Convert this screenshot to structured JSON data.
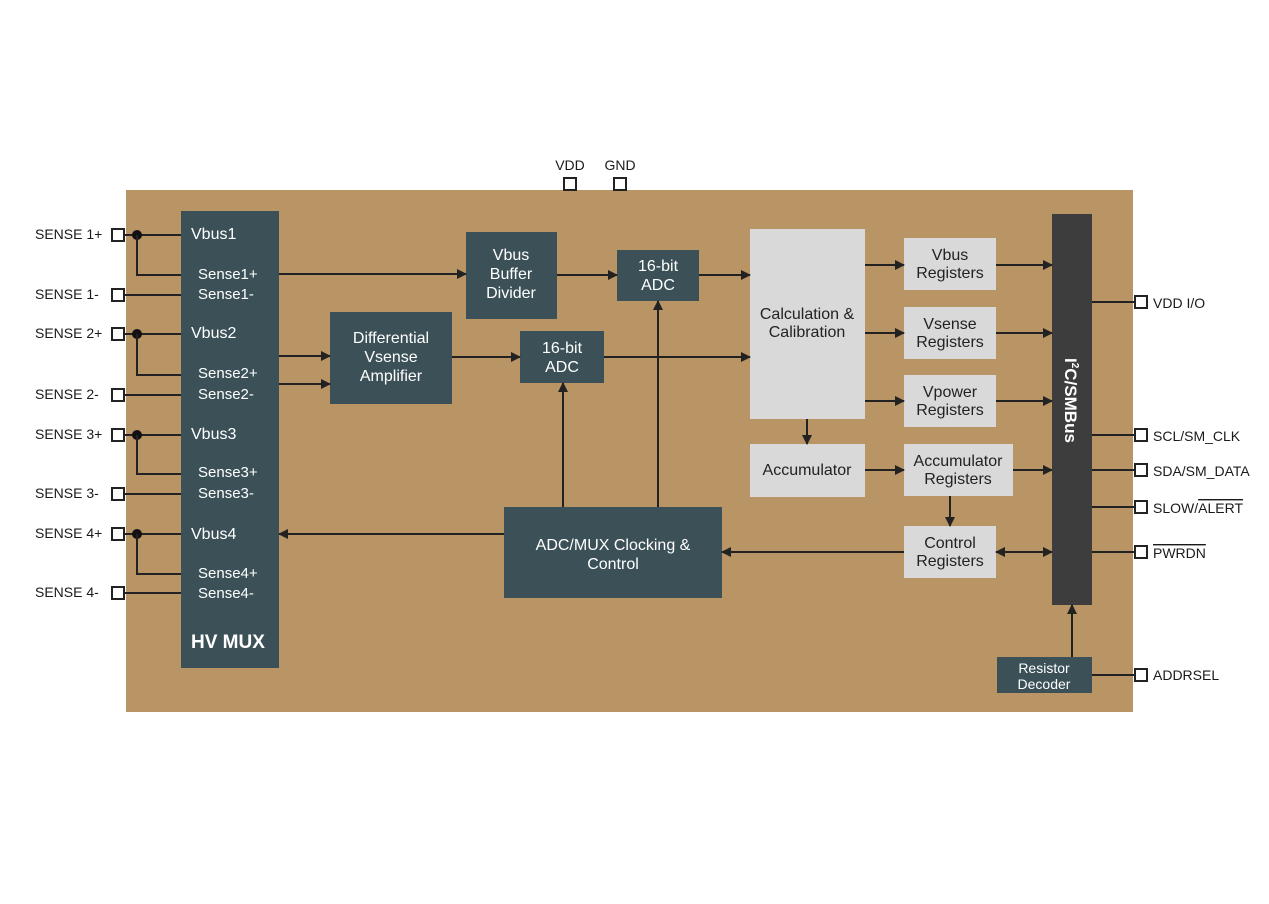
{
  "colors": {
    "board": "#b99465",
    "dark_block": "#3b5157",
    "light_block": "#d9d9d9",
    "bus_block": "#3d3d3d",
    "wire": "#222222"
  },
  "power_pins": {
    "vdd": "VDD",
    "gnd": "GND"
  },
  "left_pins": [
    "SENSE 1+",
    "SENSE 1-",
    "SENSE 2+",
    "SENSE 2-",
    "SENSE 3+",
    "SENSE 3-",
    "SENSE 4+",
    "SENSE 4-"
  ],
  "mux": {
    "title": "HV MUX",
    "vbus": [
      "Vbus1",
      "Vbus2",
      "Vbus3",
      "Vbus4"
    ],
    "sense_pos": [
      "Sense1+",
      "Sense2+",
      "Sense3+",
      "Sense4+"
    ],
    "sense_neg": [
      "Sense1-",
      "Sense2-",
      "Sense3-",
      "Sense4-"
    ]
  },
  "blocks": {
    "vbus_divider": [
      "Vbus",
      "Buffer",
      "Divider"
    ],
    "diff_amp": [
      "Differential",
      "Vsense",
      "Amplifier"
    ],
    "adc_top": [
      "16-bit",
      "ADC"
    ],
    "adc_mid": [
      "16-bit",
      "ADC"
    ],
    "calc": [
      "Calculation &",
      "Calibration"
    ],
    "accumulator": "Accumulator",
    "clocking": [
      "ADC/MUX Clocking &",
      "Control"
    ],
    "vbus_reg": [
      "Vbus",
      "Registers"
    ],
    "vsense_reg": [
      "Vsense",
      "Registers"
    ],
    "vpower_reg": [
      "Vpower",
      "Registers"
    ],
    "acc_reg": [
      "Accumulator",
      "Registers"
    ],
    "ctrl_reg": [
      "Control",
      "Registers"
    ],
    "bus": {
      "prefix": "I",
      "sup": "2",
      "suffix": "C/SMBus"
    },
    "resistor_decoder": [
      "Resistor",
      "Decoder"
    ]
  },
  "right_pins": {
    "vdd_io": "VDD I/O",
    "scl": "SCL/SM_CLK",
    "sda": "SDA/SM_DATA",
    "slow_prefix": "SLOW/",
    "slow_overline": "ALERT",
    "pwrdn": "PWRDN",
    "addrsel": "ADDRSEL"
  }
}
